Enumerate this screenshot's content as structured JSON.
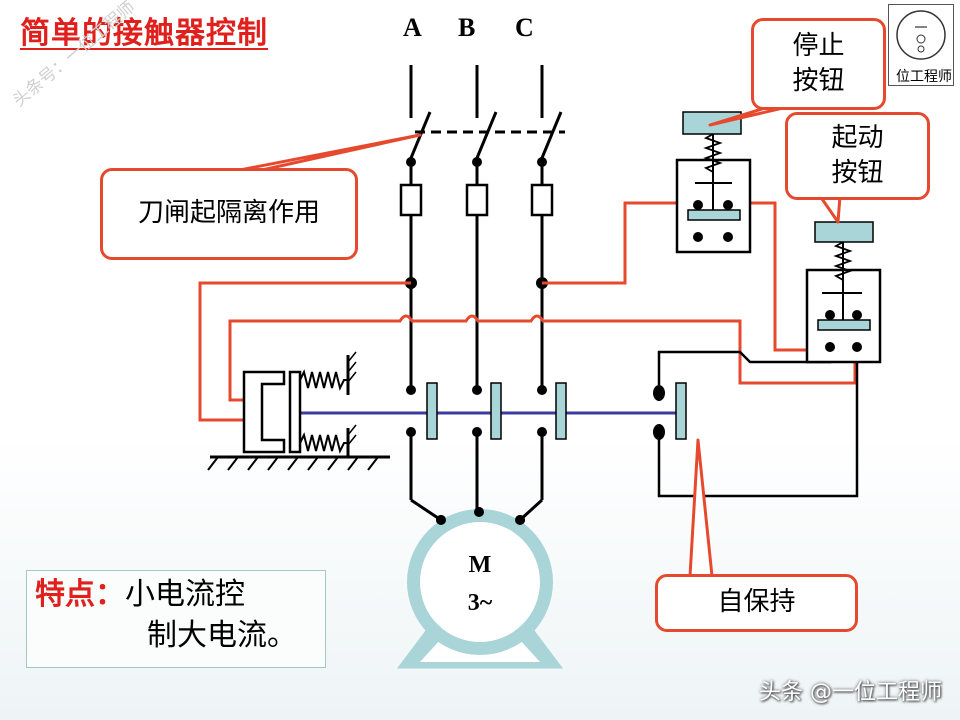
{
  "title": "简单的接触器控制",
  "phases": [
    "A",
    "B",
    "C"
  ],
  "callouts": {
    "stop_button": "停止\n按钮",
    "start_button": "起动\n按钮",
    "knife_switch": "刀闸起隔离作用",
    "self_holding": "自保持"
  },
  "feature": {
    "label": "特点：",
    "line1": "小电流控",
    "line2": "制大电流。"
  },
  "motor": {
    "line1": "M",
    "line2": "3~"
  },
  "watermarks": {
    "bottom_right": "头条 @一位工程师",
    "diagonal": "头条号：一位工程师",
    "logo_caption": "位工程师"
  },
  "colors": {
    "title": "#e0201c",
    "callout_border": "#e64a2e",
    "control_wire": "#e64a2e",
    "armature_rod": "#3b3ba0",
    "contact_fill": "#a9d4d8",
    "motor_fill": "#a9d4d8"
  }
}
